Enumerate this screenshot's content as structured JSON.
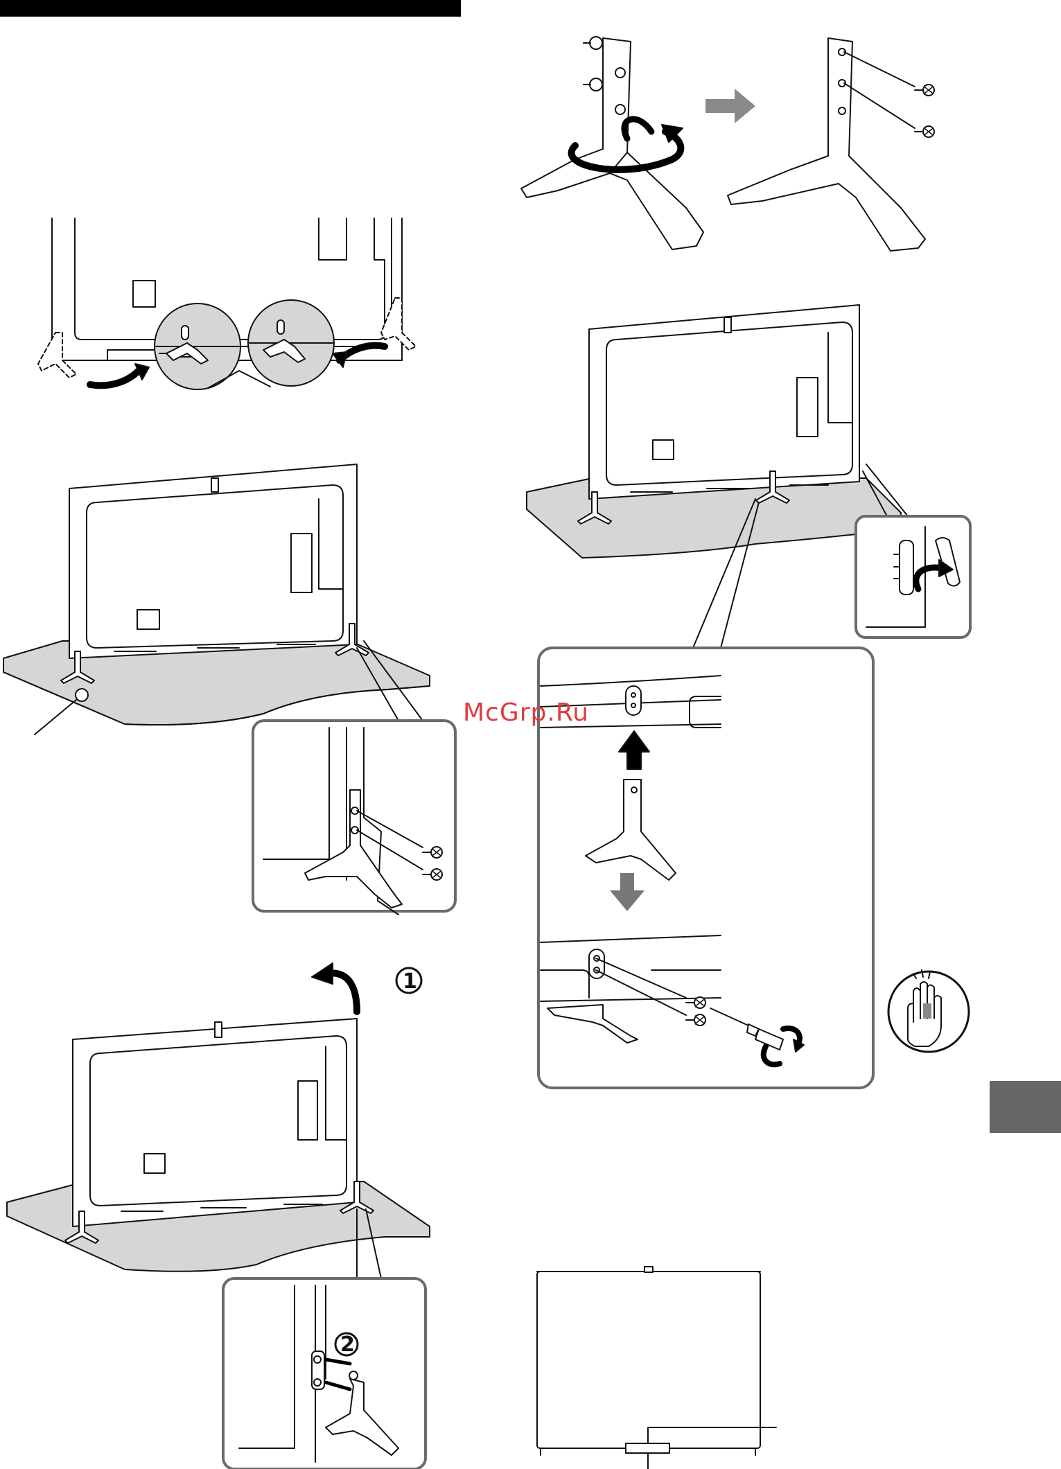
{
  "page": {
    "watermark": "McGrp.Ru",
    "step_markers": {
      "tilt_step": "1",
      "cover_step": "2"
    },
    "colors": {
      "ink": "#111111",
      "callout_border": "#6b6b6b",
      "table_fill": "#d6d6d6",
      "arrow_gray": "#8a8a8a",
      "header_bar": "#000000",
      "side_tab": "#666666"
    },
    "icons": [
      "tv-stand-icon",
      "screw-icon",
      "screwdriver-icon",
      "hand-caution-icon",
      "arrow-right-icon",
      "arrow-up-icon",
      "arrow-down-icon",
      "rotate-arrow-icon"
    ]
  }
}
